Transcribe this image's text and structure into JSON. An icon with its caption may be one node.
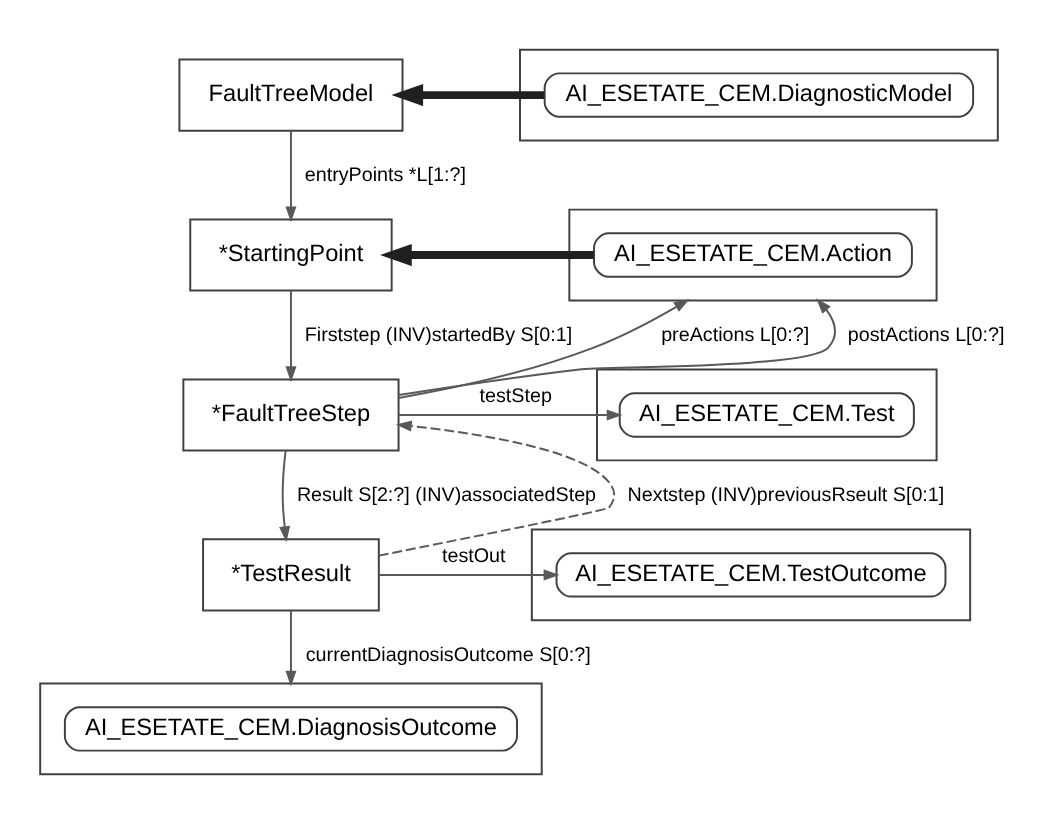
{
  "diagram": {
    "nodes": [
      {
        "text": [
          "FaultTreeModel"
        ]
      },
      {
        "text": [],
        "shape": "box"
      },
      {
        "text": [
          "AI_ESETATE_CEM.DiagnosticModel"
        ],
        "in": 1
      },
      {
        "text": [
          "*StartingPoint"
        ]
      },
      {
        "text": [],
        "shape": "box"
      },
      {
        "text": [
          "AI_ESETATE_CEM.Action"
        ],
        "in": 4
      },
      {
        "text": [
          "*FaultTreeStep"
        ]
      },
      {
        "text": [],
        "shape": "box"
      },
      {
        "text": [
          "AI_ESETATE_CEM.Test"
        ],
        "in": 7
      },
      {
        "text": [
          "*TestResult"
        ]
      },
      {
        "text": [],
        "shape": "box"
      },
      {
        "text": [
          "AI_ESETATE_CEM.TestOutcome"
        ],
        "in": 10
      },
      {
        "text": [],
        "shape": "box"
      },
      {
        "text": [
          "AI_ESETATE_CEM.DiagnosisOutcome"
        ],
        "in": 12
      }
    ],
    "edges": [
      {
        "from": 2,
        "to": 0,
        "arrow": "to",
        "style": "thick"
      },
      {
        "from": 0,
        "to": 3,
        "arrow": "to",
        "label": "entryPoints *L[1:?]"
      },
      {
        "from": 5,
        "to": 3,
        "arrow": "to",
        "style": "thick"
      },
      {
        "from": 3,
        "to": 6,
        "arrow": "to",
        "label": "Firststep (INV)startedBy S[0:1]"
      },
      {
        "from": 6,
        "to": 4,
        "arrow": "to",
        "label": "preActions L[0:?]"
      },
      {
        "from": 6,
        "to": 4,
        "arrow": "to",
        "label": "postActions L[0:?]"
      },
      {
        "from": 6,
        "to": 8,
        "arrow": "to",
        "label": "testStep"
      },
      {
        "from": 6,
        "to": 9,
        "arrow": "to",
        "label": "Result S[2:?] (INV)associatedStep"
      },
      {
        "from": 9,
        "to": 6,
        "arrow": "to",
        "style": "dashed",
        "label": "Nextstep (INV)previousRseult S[0:1]"
      },
      {
        "from": 9,
        "to": 11,
        "arrow": "to",
        "label": "testOut"
      },
      {
        "from": 9,
        "to": 12,
        "arrow": "to",
        "label": "currentDiagnosisOutcome S[0:?]"
      }
    ]
  }
}
